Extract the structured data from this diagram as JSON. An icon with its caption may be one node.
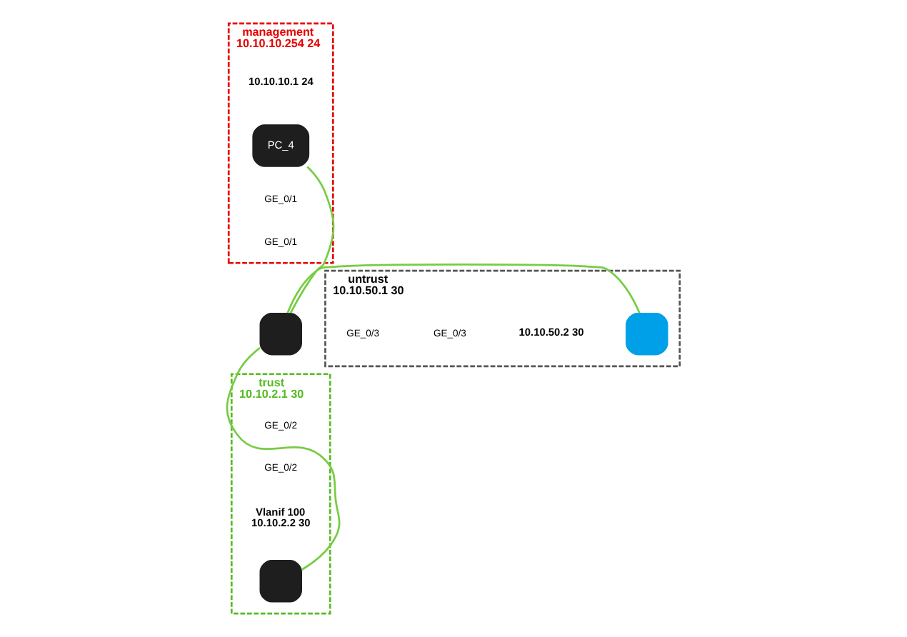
{
  "diagram": {
    "nodes": [
      {
        "text": [
          "management",
          "10.10.10.254 24"
        ]
      },
      {
        "text": [
          "PC_4"
        ],
        "beside": [
          "10.10.10.1 24"
        ],
        "in": 0
      },
      {
        "text": [],
        "shape": "box"
      },
      {
        "text": [
          "untrust",
          "10.10.50.1 30"
        ]
      },
      {
        "text": [],
        "shape": "box",
        "beside": [
          "10.10.50.2 30"
        ],
        "in": 3
      },
      {
        "text": [
          "trust",
          "10.10.2.1 30"
        ]
      },
      {
        "text": [],
        "shape": "box",
        "beside": [
          "Vlanif 100",
          "10.10.2.2 30"
        ],
        "in": 5
      }
    ],
    "edges": [
      {
        "from": 1,
        "to": 2,
        "arrow": "none"
      },
      {
        "from": 2,
        "to": 4,
        "arrow": "none"
      },
      {
        "from": 2,
        "to": 6,
        "arrow": "none"
      }
    ],
    "labels": [
      "GE_0/1",
      "GE_0/1",
      "GE_0/3",
      "GE_0/3",
      "GE_0/2",
      "GE_0/2"
    ]
  }
}
